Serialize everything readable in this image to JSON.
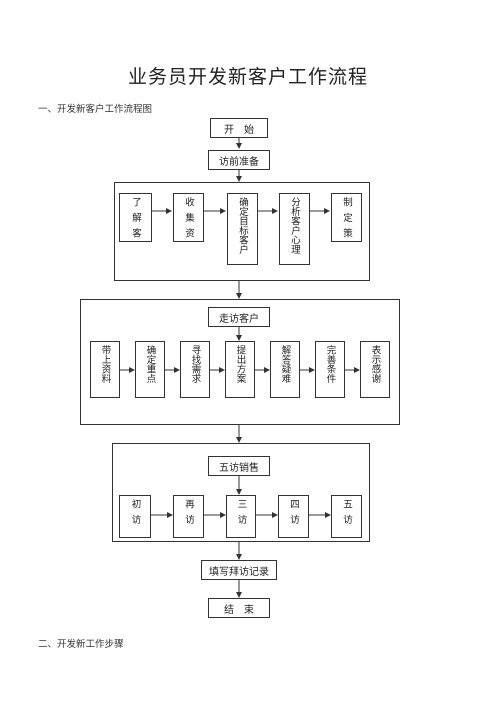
{
  "title": "业务员开发新客户工作流程",
  "section1": "一、开发新客户工作流程图",
  "section2": "二、开发新工作步骤",
  "nodes": {
    "start": "开　始",
    "prep": "访前准备",
    "visit": "走访客户",
    "sale5": "五访销售",
    "record": "填写拜访记录",
    "end": "结　束"
  },
  "group1": [
    "了解客",
    "收集资",
    "确定目标客户",
    "分析客户心理",
    "制定策"
  ],
  "group2": [
    "带上资料",
    "确定重点",
    "寻找需求",
    "提出方案",
    "解答疑难",
    "完善条件",
    "表示感谢"
  ],
  "group3": [
    "初访",
    "再访",
    "三访",
    "四访",
    "五访"
  ]
}
